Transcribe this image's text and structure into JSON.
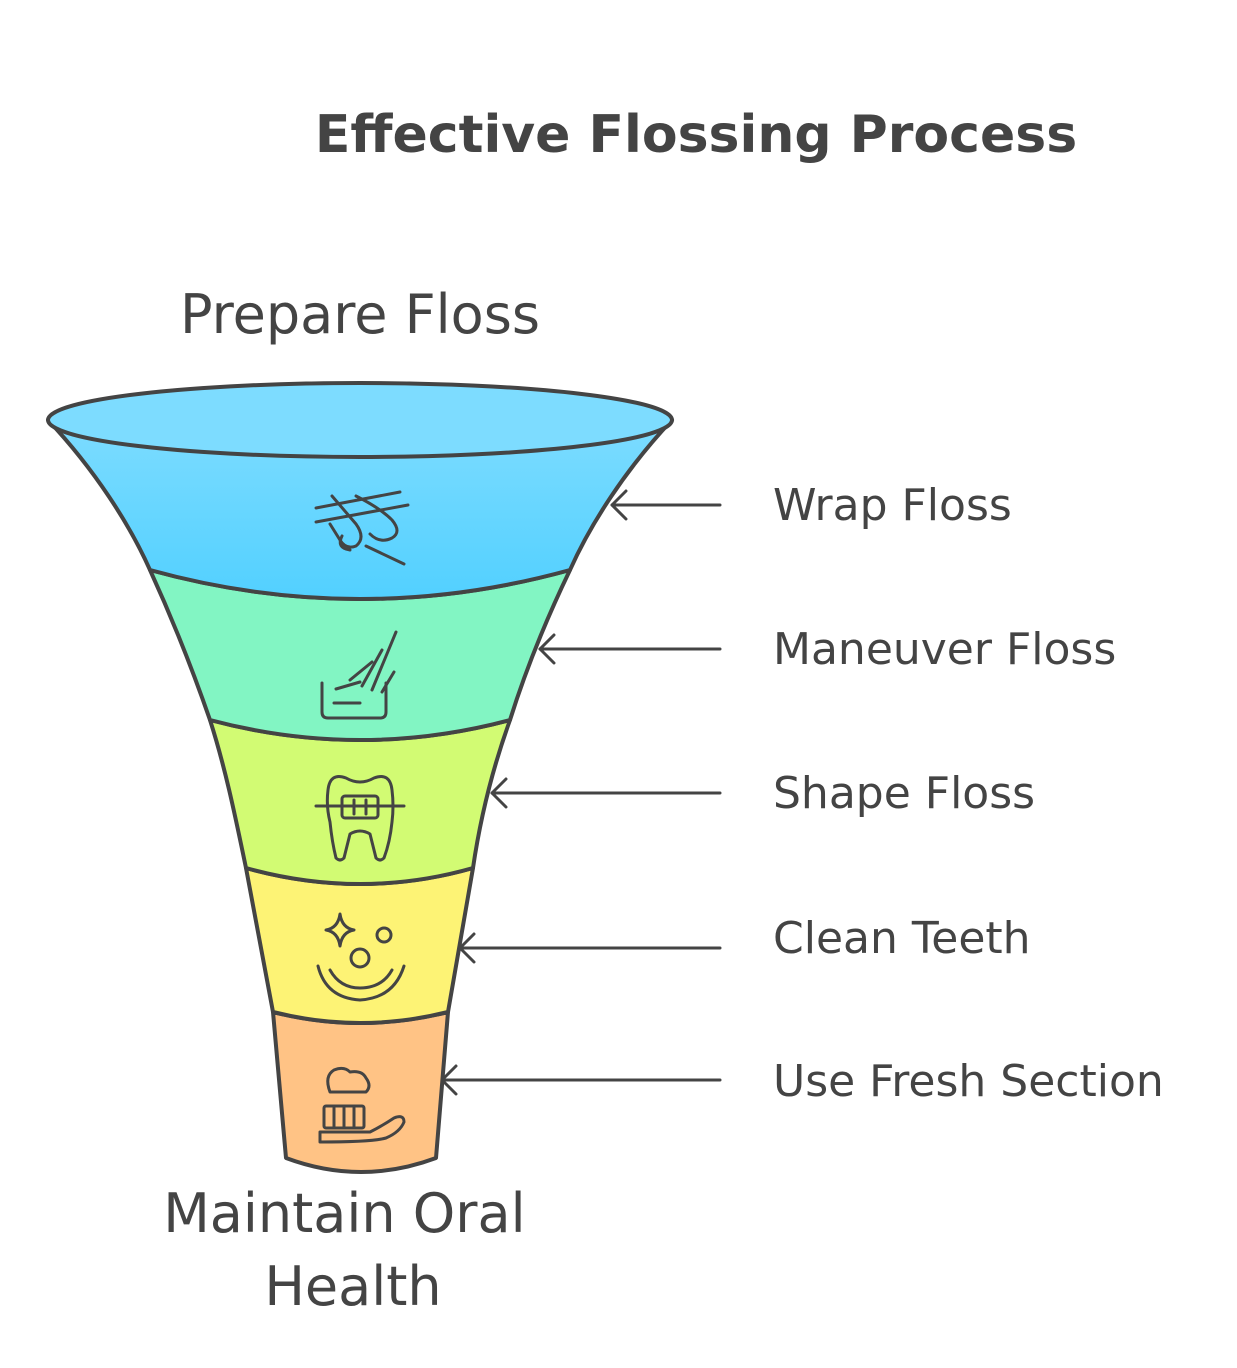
{
  "title": "Effective Flossing Process",
  "top_label": "Prepare Floss",
  "bottom_label": [
    "Maintain Oral",
    "Health"
  ],
  "steps": [
    {
      "label": "Wrap Floss",
      "icon": "hand-floss-icon",
      "color": "#7ddcff"
    },
    {
      "label": "Maneuver Floss",
      "icon": "floss-dispenser-icon",
      "color": "#82f5c3"
    },
    {
      "label": "Shape Floss",
      "icon": "tooth-braces-icon",
      "color": "#d2fb73"
    },
    {
      "label": "Clean Teeth",
      "icon": "sparkle-smile-icon",
      "color": "#fdf375"
    },
    {
      "label": "Use Fresh Section",
      "icon": "toothbrush-icon",
      "color": "#ffc385"
    }
  ],
  "colors": {
    "stroke": "#444444",
    "text": "#444444",
    "top_gradient_end": "#52d0ff"
  }
}
